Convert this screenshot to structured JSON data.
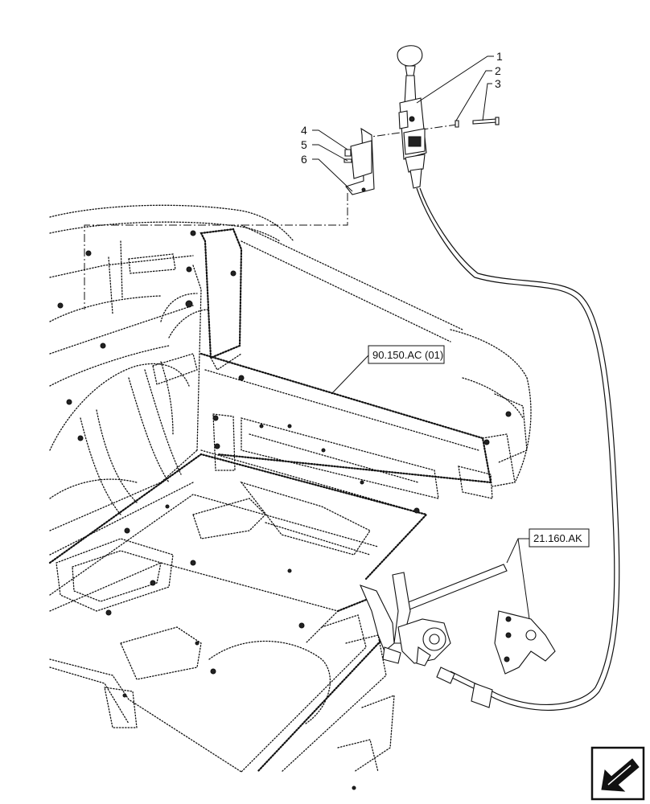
{
  "callouts": [
    {
      "id": "1",
      "label": "1"
    },
    {
      "id": "2",
      "label": "2"
    },
    {
      "id": "3",
      "label": "3"
    },
    {
      "id": "4",
      "label": "4"
    },
    {
      "id": "5",
      "label": "5"
    },
    {
      "id": "6",
      "label": "6"
    }
  ],
  "references": [
    {
      "id": "cab",
      "label": "90.150.AC (01)"
    },
    {
      "id": "transmission",
      "label": "21.160.AK"
    }
  ],
  "icons": {
    "nav": "arrow-down-left-icon"
  }
}
